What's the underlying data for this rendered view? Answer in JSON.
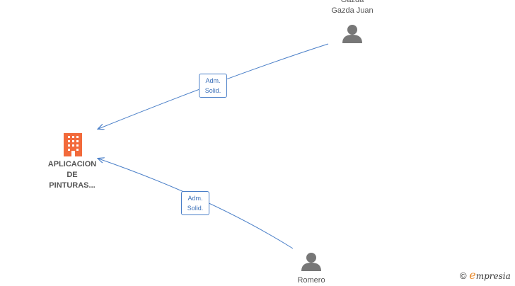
{
  "colors": {
    "edge": "#4a7fc8",
    "company": "#f26a3b",
    "person": "#777777"
  },
  "company": {
    "line1": "APLICACION",
    "line2": "DE",
    "line3": "PINTURAS..."
  },
  "persons": [
    {
      "line1": "Gazda",
      "line2": "Gazda Juan"
    },
    {
      "line1": "Romero"
    }
  ],
  "edges": [
    {
      "line1": "Adm.",
      "line2": "Solid."
    },
    {
      "line1": "Adm.",
      "line2": "Solid."
    }
  ],
  "brand": {
    "copyright": "©",
    "initial": "e",
    "rest": "mpresia"
  }
}
